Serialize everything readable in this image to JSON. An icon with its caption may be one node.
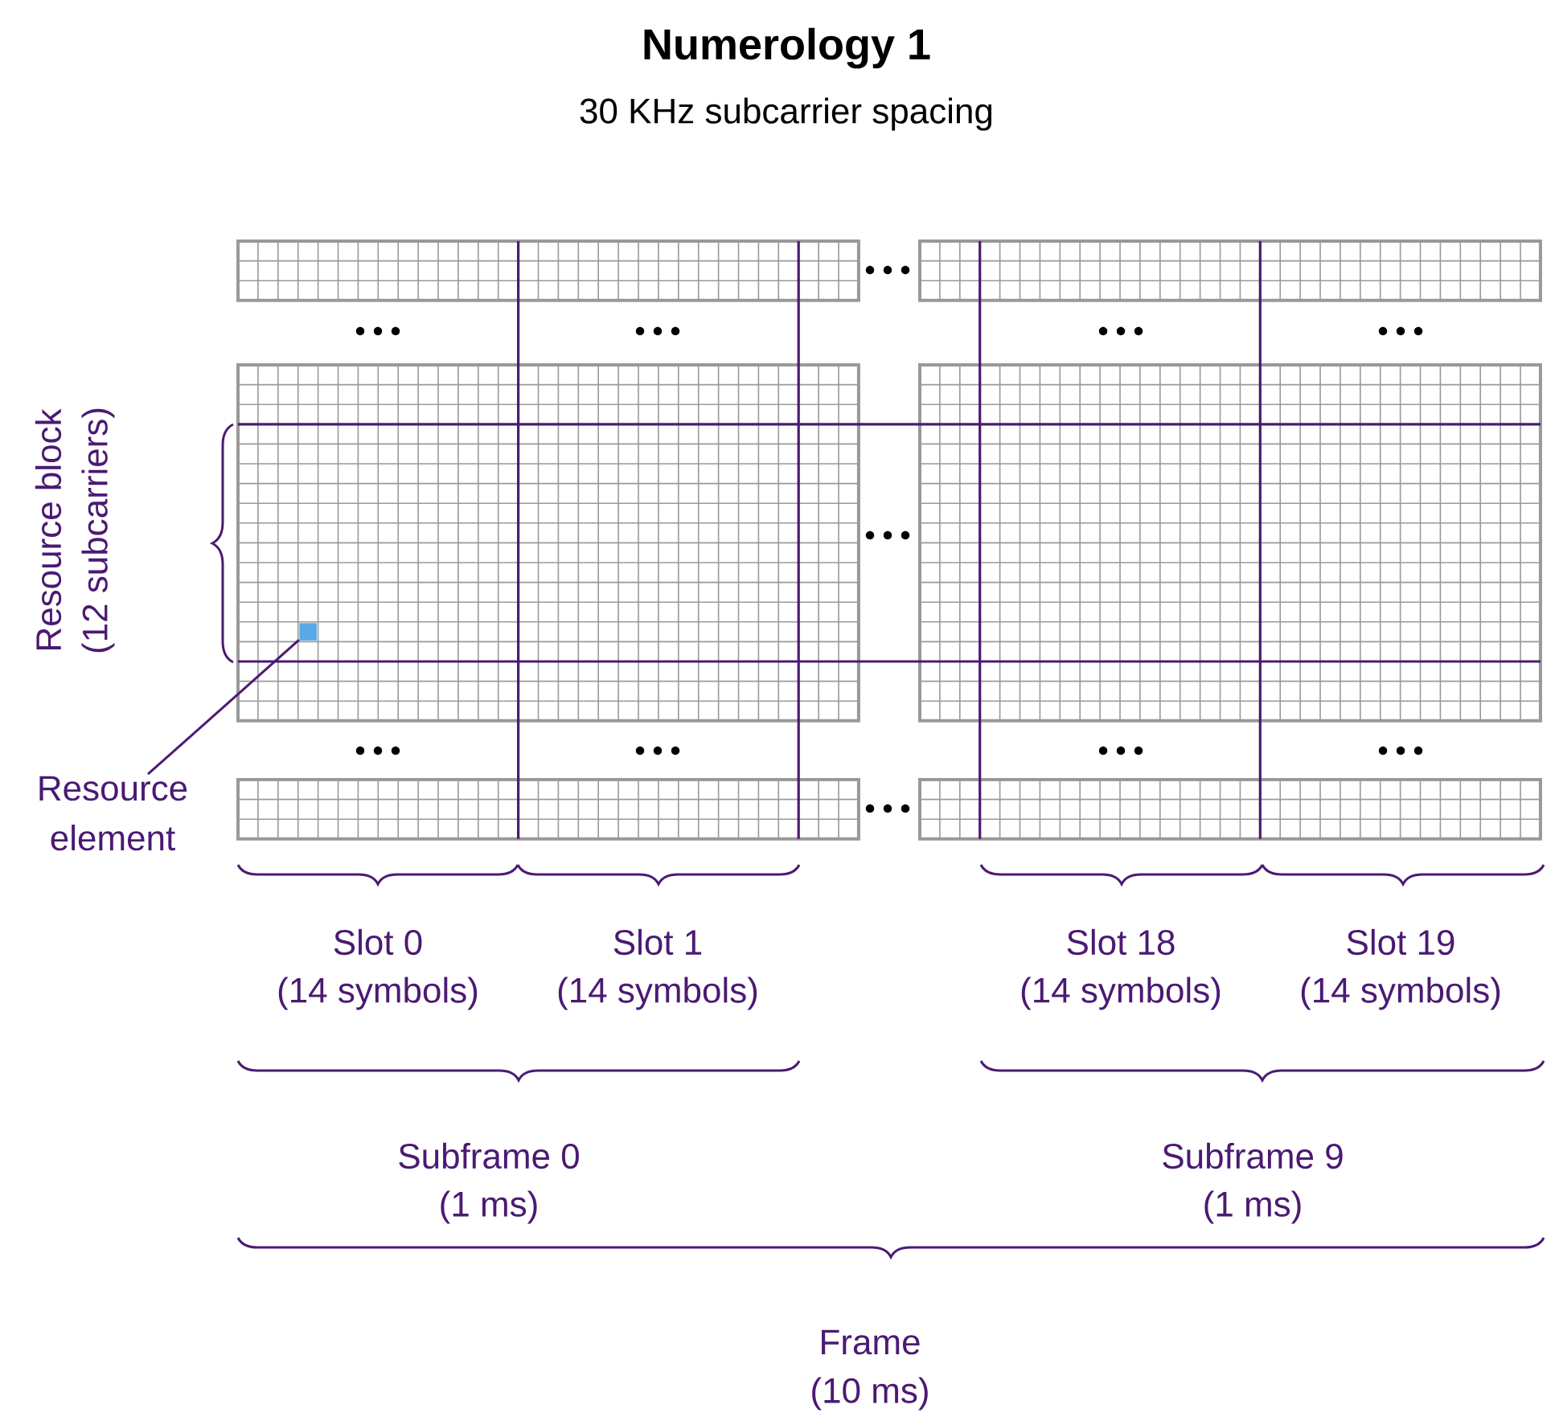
{
  "diagram": {
    "title": "Numerology 1",
    "nodes": [
      {
        "text": [
          "Resource element"
        ]
      },
      {
        "text": [],
        "shape": "box"
      }
    ],
    "edges": [
      {
        "from": 0,
        "to": 1,
        "arrow": "none"
      }
    ],
    "labels": [
      "30 KHz subcarrier spacing",
      "Resource block",
      "(12 subcarriers)",
      "Slot 0",
      "Slot 1",
      "Slot 18",
      "Slot 19",
      "(14 symbols)",
      "(14 symbols)",
      "(14 symbols)",
      "(14 symbols)",
      "Subframe 0",
      "Subframe 9",
      "(1 ms)",
      "(1 ms)",
      "Frame",
      "(10 ms)"
    ]
  }
}
